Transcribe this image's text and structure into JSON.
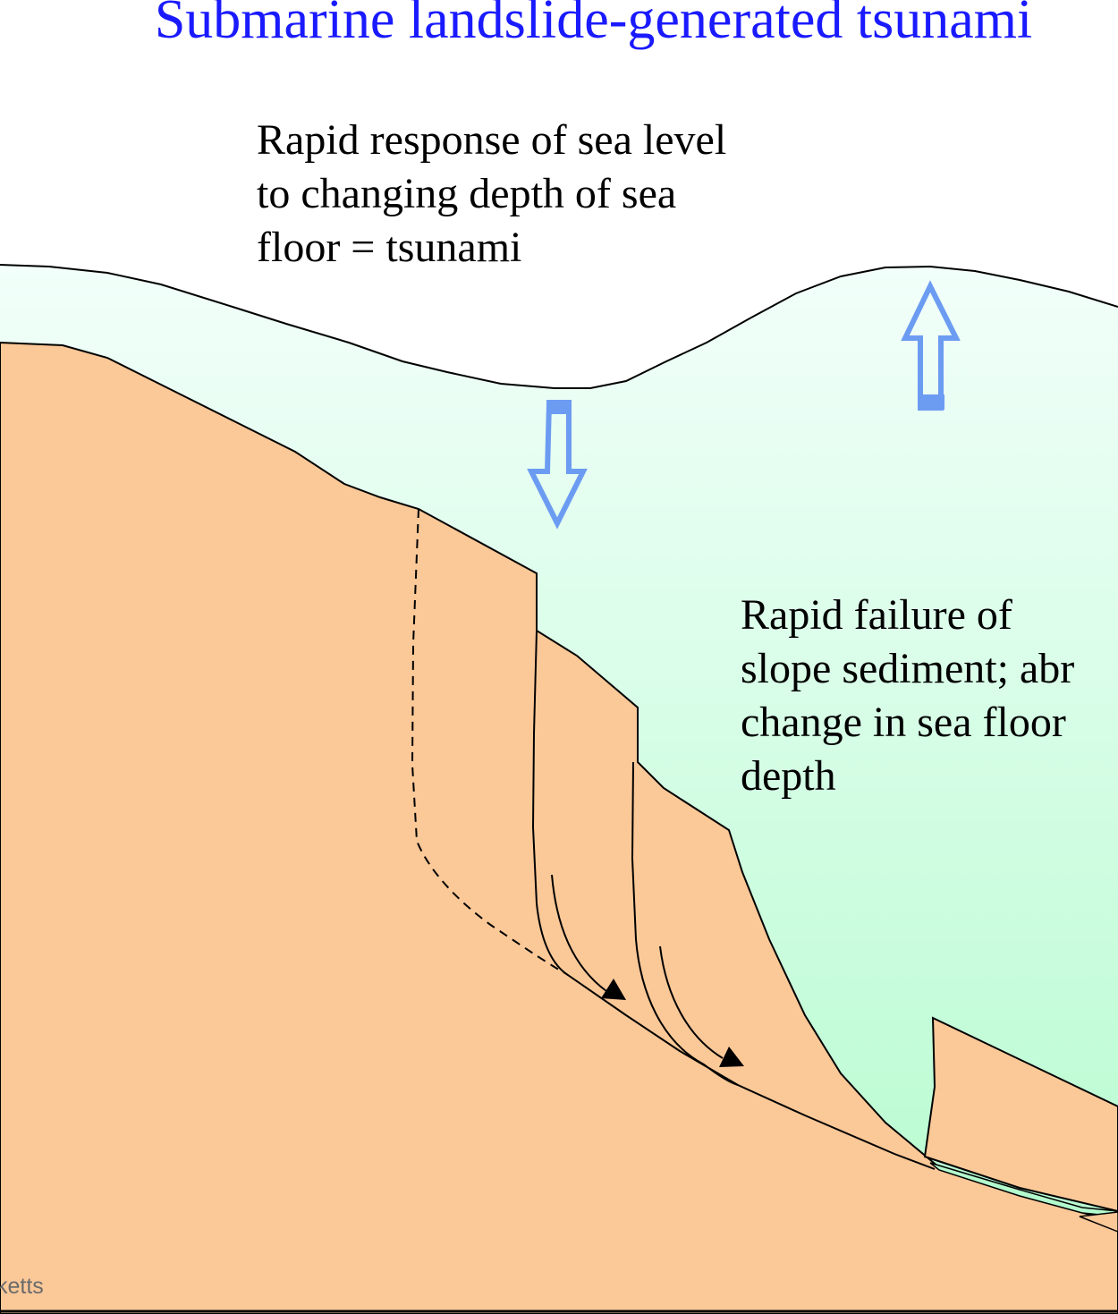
{
  "title": "Submarine landslide-generated tsunami",
  "labels": {
    "sea_level_response": {
      "lines": [
        "Rapid response of sea level",
        "to changing depth of sea",
        "floor = tsunami"
      ]
    },
    "slope_failure": {
      "lines": [
        "Rapid failure of",
        "slope sediment; abr",
        "change in sea floor",
        "depth"
      ]
    }
  },
  "credit": "ketts",
  "icons": {
    "trough_arrow": "arrow-down-outline-icon",
    "crest_arrow": "arrow-up-outline-icon",
    "slide_motion_arrows": "curved-arrow-icon"
  },
  "colors": {
    "title": "#1a1aff",
    "sediment": "#fbc898",
    "water_top": "#f2fffa",
    "water_bottom": "#b3fbcd",
    "arrow": "#6c9cf2",
    "outline": "#000000"
  }
}
